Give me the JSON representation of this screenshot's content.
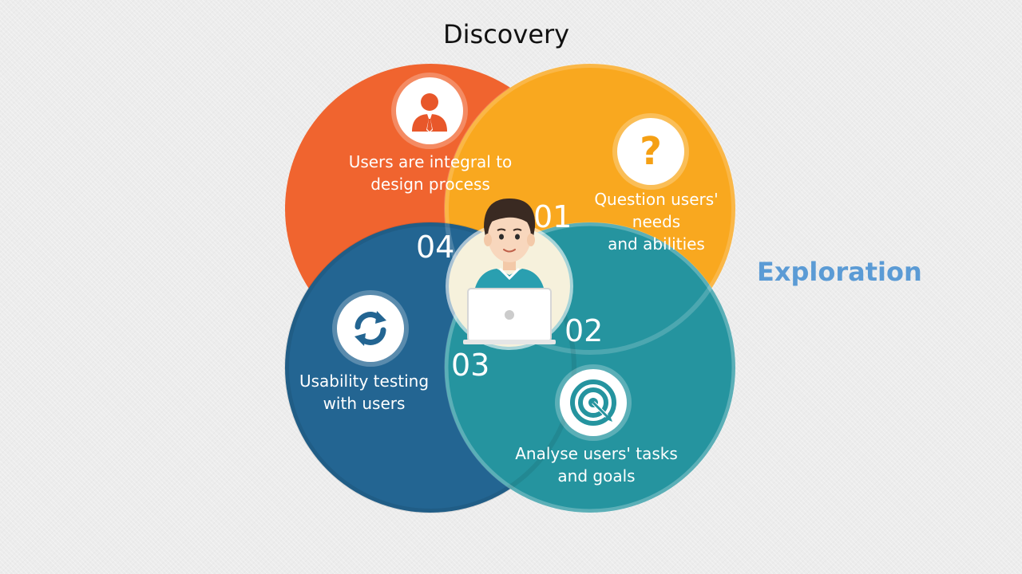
{
  "headings": {
    "top": "Discovery",
    "right": "Exploration"
  },
  "segments": [
    {
      "number": "01",
      "line1": "Users are integral to",
      "line2": "design process",
      "icon": "user-tie-icon"
    },
    {
      "number": "02",
      "line1": "Question users'",
      "line2": "needs",
      "line3": "and abilities",
      "icon": "question-mark-icon"
    },
    {
      "number": "03",
      "line1": "Analyse users' tasks",
      "line2": "and goals",
      "icon": "target-icon"
    },
    {
      "number": "04",
      "line1": "Usability testing",
      "line2": "with users",
      "icon": "refresh-cycle-icon"
    }
  ],
  "colors": {
    "orange": "#f0642f",
    "yellow": "#f9a81f",
    "blue": "#236592",
    "teal": "#25949f",
    "exploration": "#5b9bd5"
  }
}
